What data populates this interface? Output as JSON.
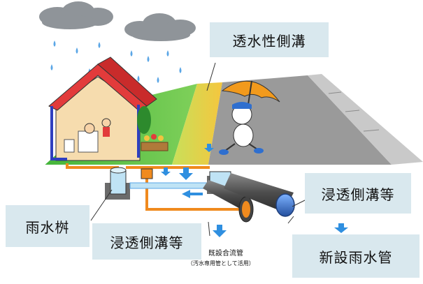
{
  "callouts": {
    "permeable_gutter": "透水性側溝",
    "infiltration_gutter_right": "浸透側溝等",
    "rain_basin": "雨水桝",
    "infiltration_gutter_bottom": "浸透側溝等",
    "new_storm_pipe": "新設雨水管"
  },
  "pipe_labels": {
    "existing_combined": "既設合流管",
    "existing_combined_note": "（汚水専用管として活用）"
  },
  "colors": {
    "callout_bg": "#d9e8ee",
    "cloud": "#8f9499",
    "rain": "#5aa6e6",
    "house_roof": "#e23b3b",
    "house_wall": "#f6dcae",
    "lawn": "#5cc04a",
    "road": "#9a9a9a",
    "gutter": "#f2c33f",
    "orange_pipe": "#f08a1e",
    "new_pipe": "#2f6fcf",
    "umbrella": "#f29a1c",
    "arrow": "#2f8fe0"
  }
}
